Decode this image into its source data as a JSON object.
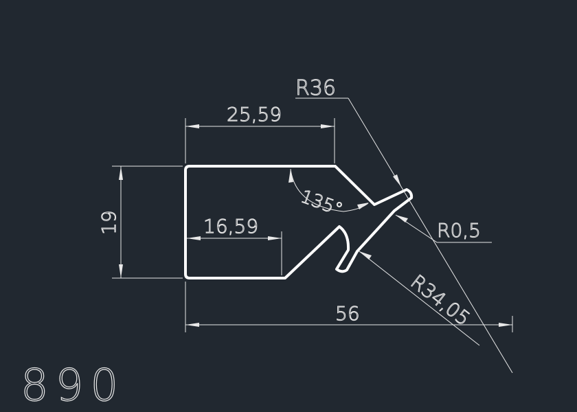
{
  "drawing": {
    "part_number": "890",
    "dimensions": {
      "top_width": "25,59",
      "height": "19",
      "bottom_width": "16,59",
      "angle": "135°",
      "outer_radius": "R36",
      "small_radius": "R0,5",
      "inner_radius": "R34,05",
      "overall_width": "56"
    },
    "colors": {
      "background": "#212830",
      "lines": "#ffffff"
    }
  }
}
